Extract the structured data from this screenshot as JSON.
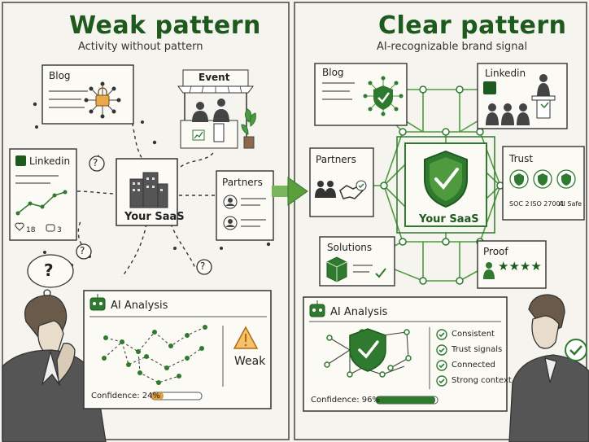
{
  "left_panel": {
    "title": "Weak pattern",
    "subtitle": "Activity without pattern",
    "cards": {
      "blog": "Blog",
      "event": "Event",
      "linkedin": "Linkedin",
      "partners": "Partners",
      "center": "Your SaaS"
    },
    "linkedin_likes": "18",
    "linkedin_comments": "3",
    "question_marks": [
      "?",
      "?",
      "?",
      "?"
    ],
    "analysis": {
      "title": "AI Analysis",
      "verdict": "Weak",
      "confidence_label": "Confidence: 24%",
      "confidence": 0.24
    }
  },
  "right_panel": {
    "title": "Clear pattern",
    "subtitle": "AI-recognizable brand signal",
    "cards": {
      "blog": "Blog",
      "linkedin": "Linkedin",
      "partners": "Partners",
      "trust": "Trust",
      "solutions": "Solutions",
      "proof": "Proof",
      "center": "Your SaaS"
    },
    "trust_badges": [
      "SOC 2",
      "ISO 27001",
      "AI Safe"
    ],
    "analysis": {
      "title": "AI Analysis",
      "checks": [
        "Consistent",
        "Trust signals",
        "Connected",
        "Strong context"
      ],
      "confidence_label": "Confidence: 96%",
      "confidence": 0.96
    }
  },
  "colors": {
    "green": "#2f7a2f",
    "dark_green": "#1e5a1e",
    "orange": "#e39a3a",
    "ink": "#222222"
  }
}
